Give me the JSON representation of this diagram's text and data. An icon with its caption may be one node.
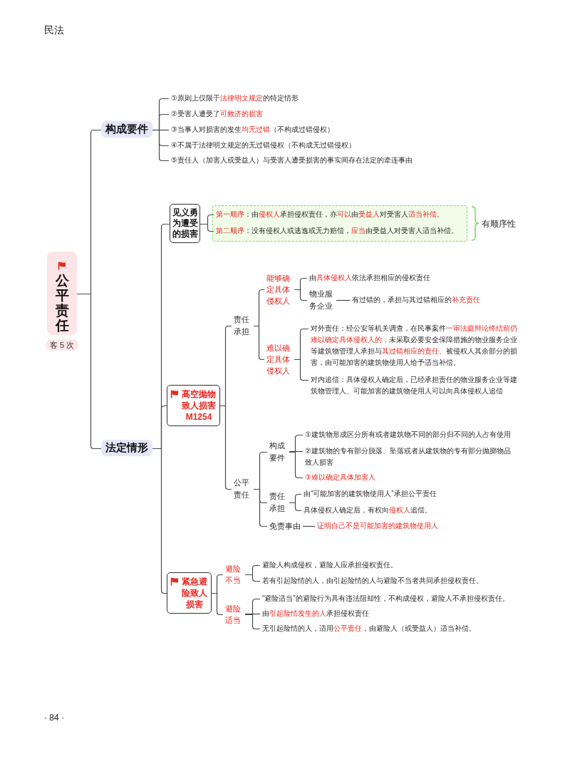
{
  "diagram": {
    "nodes": [
      {
        "text": [
          "公平责任"
        ],
        "beside": [
          "客 5 次"
        ]
      },
      {
        "text": [
          "构成要件"
        ]
      },
      {
        "text": [
          "①原则上仅限于**法律明文规定**的特定情形"
        ]
      },
      {
        "text": [
          "②受害人遭受了**可救济的损害**"
        ]
      },
      {
        "text": [
          "③当事人对损害的发生**均无过错**（不构成过错侵权）"
        ]
      },
      {
        "text": [
          "④不属于法律明文规定的无过错侵权（不构成无过错侵权）"
        ]
      },
      {
        "text": [
          "⑤责任人（加害人或受益人）与受害人遭受损害的事实间存在法定的牵连事由"
        ]
      },
      {
        "text": [
          "法定情形"
        ]
      },
      {
        "text": [
          "见义勇为遭受的损害"
        ]
      },
      {
        "text": [],
        "shape": "box"
      },
      {
        "text": [
          "**第一顺序**：由**侵权人**承担侵权责任，亦**可以**由**受益人**对受害人**适当补偿。**"
        ],
        "in": 9
      },
      {
        "text": [
          "**第二顺序**：没有侵权人或逃逸或无力赔偿，**应当**由受益人对受害人适当补偿。"
        ],
        "in": 9
      },
      {
        "text": [
          "高空抛物致人损害 M1254"
        ]
      },
      {
        "text": [
          "责任承担"
        ]
      },
      {
        "text": [
          "能够确定具体侵权人"
        ]
      },
      {
        "text": [
          "由**具体侵权人**依法承担相应的侵权责任"
        ]
      },
      {
        "text": [
          "物业服务企业"
        ]
      },
      {
        "text": [
          "有过错的，承担与其过错相应的**补充责任**"
        ]
      },
      {
        "text": [
          "难以确定具体侵权人"
        ]
      },
      {
        "text": [
          "对外责任：经公安等机关调查，在民事案件**一审法庭辩论终结前仍难以确定具体侵权人的，**未采取必要安全保障措施的物业服务企业等建筑物管理人承担与**其过错相应的责任。**被侵权人其余部分的损害，由可能加害的建筑物使用人给予适当补偿。"
        ]
      },
      {
        "text": [
          "对内追偿：具体侵权人确定后，已经承担责任的物业服务企业等建筑物管理人、可能加害的建筑物使用人可以向具体侵权人追偿"
        ]
      },
      {
        "text": [
          "公平责任"
        ]
      },
      {
        "text": [
          "构成要件"
        ]
      },
      {
        "text": [
          "①建筑物形成区分所有或者建筑物不同的部分归不同的人占有使用"
        ]
      },
      {
        "text": [
          "②建筑物的专有部分脱落、坠落或者从建筑物的专有部分抛掷物品致人损害"
        ]
      },
      {
        "text": [
          "③难以确定具体加害人"
        ]
      },
      {
        "text": [
          "责任承担"
        ]
      },
      {
        "text": [
          "由“可能加害的建筑物使用人”承担公平责任"
        ]
      },
      {
        "text": [
          "具体侵权人确定后，有权向**侵权人**追偿。"
        ]
      },
      {
        "text": [
          "免责事由"
        ]
      },
      {
        "text": [
          "证明自己不是可能加害的建筑物使用人"
        ]
      },
      {
        "text": [
          "紧急避险致人损害"
        ]
      },
      {
        "text": [
          "避险不当"
        ]
      },
      {
        "text": [
          "避险人构成侵权，避险人应承担侵权责任。"
        ]
      },
      {
        "text": [
          "若有引起险情的人，由引起险情的人与避险不当者共同承担侵权责任。"
        ]
      },
      {
        "text": [
          "避险适当"
        ]
      },
      {
        "text": [
          "“避险适当”的避险行为具有违法阻却性，不构成侵权，避险人不承担侵权责任。"
        ]
      },
      {
        "text": [
          "由**引起险情发生的人**承担侵权责任"
        ]
      },
      {
        "text": [
          "无引起险情的人，适用**公平责任**，由避险人（或受益人）适当补偿。"
        ]
      }
    ],
    "edges": [
      {
        "from": 0,
        "to": 1,
        "arrow": "none"
      },
      {
        "from": 0,
        "to": 7,
        "arrow": "none"
      },
      {
        "from": 1,
        "to": 2,
        "arrow": "none"
      },
      {
        "from": 1,
        "to": 3,
        "arrow": "none"
      },
      {
        "from": 1,
        "to": 4,
        "arrow": "none"
      },
      {
        "from": 1,
        "to": 5,
        "arrow": "none"
      },
      {
        "from": 1,
        "to": 6,
        "arrow": "none"
      },
      {
        "from": 7,
        "to": 8,
        "arrow": "none"
      },
      {
        "from": 7,
        "to": 12,
        "arrow": "none"
      },
      {
        "from": 7,
        "to": 31,
        "arrow": "none"
      },
      {
        "from": 8,
        "to": 10,
        "arrow": "none"
      },
      {
        "from": 8,
        "to": 11,
        "arrow": "none"
      },
      {
        "from": 12,
        "to": 13,
        "arrow": "none"
      },
      {
        "from": 12,
        "to": 21,
        "arrow": "none"
      },
      {
        "from": 13,
        "to": 14,
        "arrow": "none"
      },
      {
        "from": 13,
        "to": 18,
        "arrow": "none"
      },
      {
        "from": 14,
        "to": 15,
        "arrow": "none"
      },
      {
        "from": 14,
        "to": 16,
        "arrow": "none"
      },
      {
        "from": 16,
        "to": 17,
        "arrow": "none"
      },
      {
        "from": 18,
        "to": 19,
        "arrow": "none"
      },
      {
        "from": 18,
        "to": 20,
        "arrow": "none"
      },
      {
        "from": 21,
        "to": 22,
        "arrow": "none"
      },
      {
        "from": 21,
        "to": 26,
        "arrow": "none"
      },
      {
        "from": 21,
        "to": 29,
        "arrow": "none"
      },
      {
        "from": 22,
        "to": 23,
        "arrow": "none"
      },
      {
        "from": 22,
        "to": 24,
        "arrow": "none"
      },
      {
        "from": 22,
        "to": 25,
        "arrow": "none"
      },
      {
        "from": 26,
        "to": 27,
        "arrow": "none"
      },
      {
        "from": 26,
        "to": 28,
        "arrow": "none"
      },
      {
        "from": 29,
        "to": 30,
        "arrow": "none"
      },
      {
        "from": 31,
        "to": 32,
        "arrow": "none"
      },
      {
        "from": 31,
        "to": 35,
        "arrow": "none"
      },
      {
        "from": 32,
        "to": 33,
        "arrow": "none"
      },
      {
        "from": 32,
        "to": 34,
        "arrow": "none"
      },
      {
        "from": 35,
        "to": 36,
        "arrow": "none"
      },
      {
        "from": 35,
        "to": 37,
        "arrow": "none"
      },
      {
        "from": 35,
        "to": 38,
        "arrow": "none"
      }
    ],
    "labels": [
      "民法",
      "有顺序性",
      "· 84 ·"
    ]
  }
}
